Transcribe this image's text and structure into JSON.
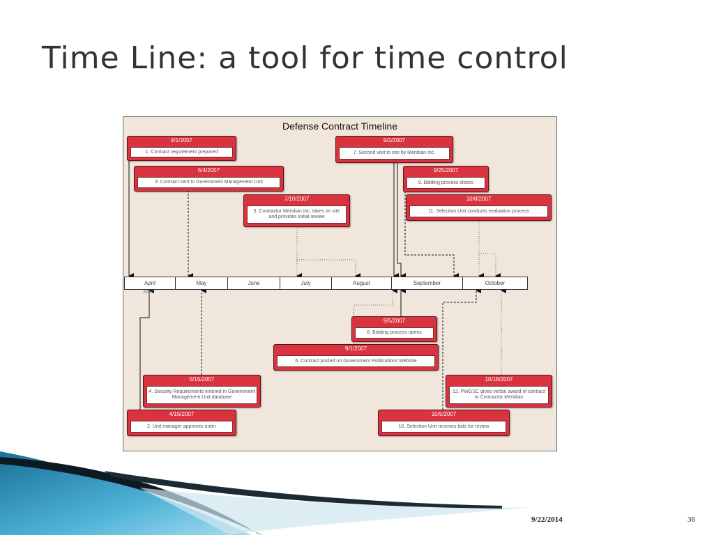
{
  "slide": {
    "title": "Time Line: a tool for time control",
    "footer_date": "9/22/2014",
    "page_number": "36"
  },
  "timeline": {
    "title": "Defense Contract Timeline",
    "months": [
      "April",
      "May",
      "June",
      "July",
      "August",
      "September",
      "October"
    ],
    "year": "2007",
    "events": [
      {
        "date": "4/1/2007",
        "text": "1. Contract requirement prepared"
      },
      {
        "date": "4/15/2007",
        "text": "2. Unit manager approves order"
      },
      {
        "date": "5/4/2007",
        "text": "3. Contract sent to Government Management Unit"
      },
      {
        "date": "5/15/2007",
        "text": "4. Security Requirements entered in Government Management Unit database"
      },
      {
        "date": "7/10/2007",
        "text": "5. Contractor Meridian Inc. takes on site and provides initial review"
      },
      {
        "date": "9/1/2007",
        "text": "6. Contract posted on Government Publications Website"
      },
      {
        "date": "9/2/2007",
        "text": "7. Second visit to site by Meridian Inc."
      },
      {
        "date": "9/5/2007",
        "text": "8. Bidding process opens"
      },
      {
        "date": "9/25/2007",
        "text": "9. Bidding process closes"
      },
      {
        "date": "10/5/2007",
        "text": "10. Selection Unit receives bids for review"
      },
      {
        "date": "10/8/2007",
        "text": "11. Selection Unit conducts evaluation process"
      },
      {
        "date": "10/18/2007",
        "text": "12. PWGSC gives verbal award of contract to Contractor Meridian"
      }
    ]
  },
  "colors": {
    "event_fill": "#d8333f",
    "panel_background": "#f1e6dc"
  }
}
